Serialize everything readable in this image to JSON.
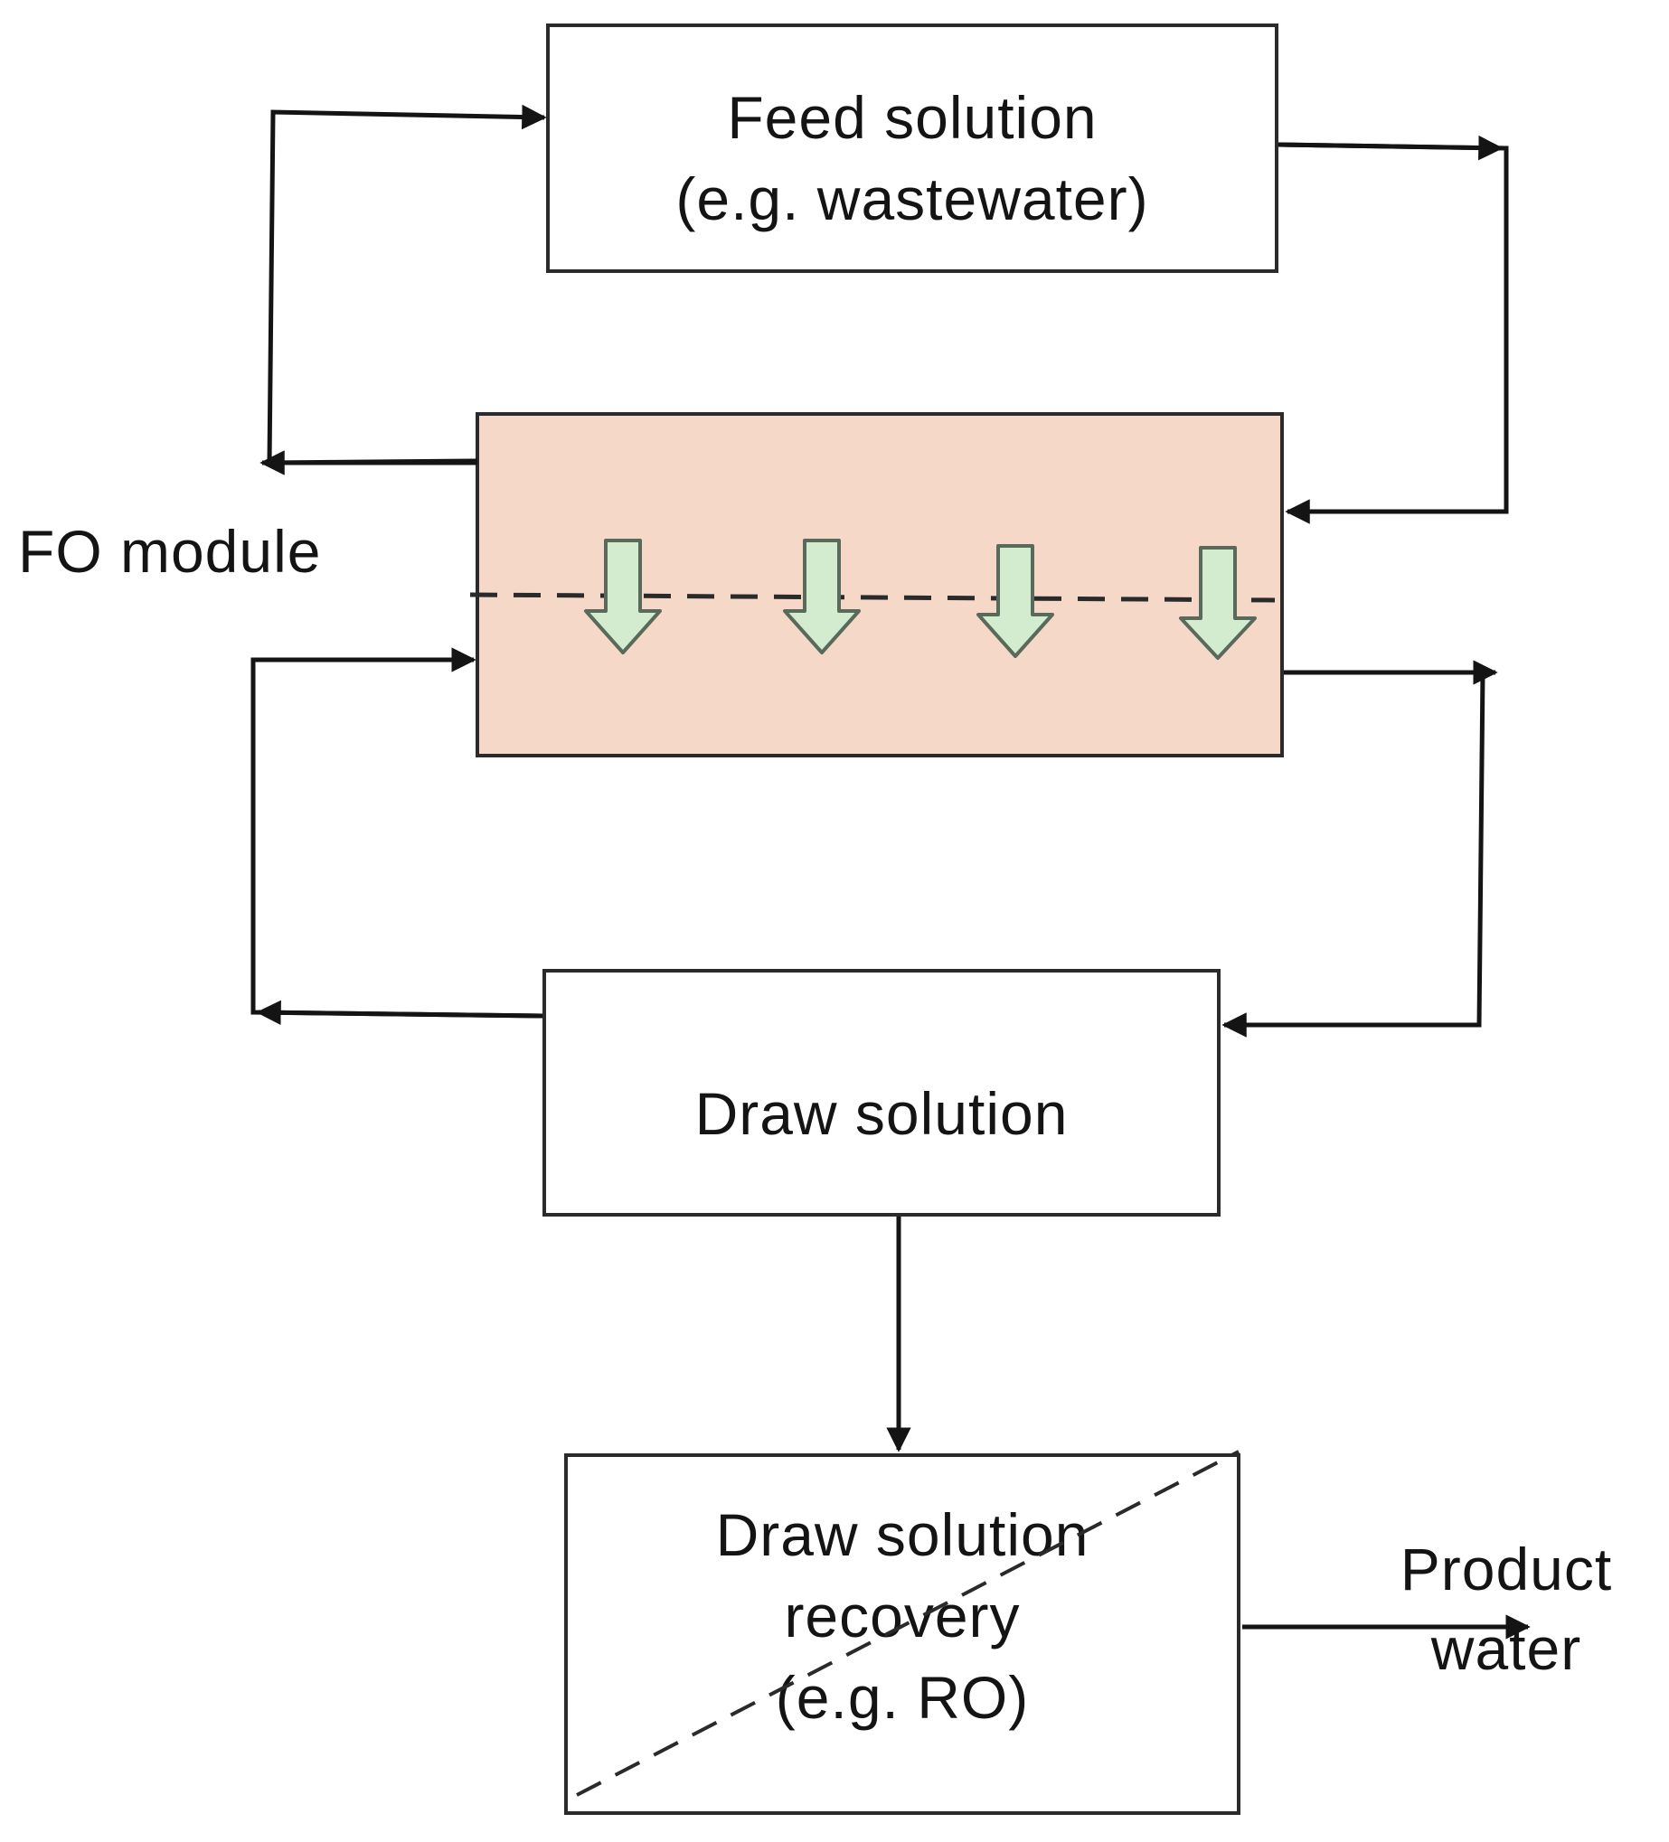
{
  "colors": {
    "line": "#141414",
    "module_fill": "#f6d8c9",
    "flux_arrow_fill": "#d3ecd0",
    "flux_arrow_stroke": "#5a6a5a",
    "box_border": "#2b2b2b"
  },
  "feed_box": {
    "line1": "Feed solution",
    "line2": "(e.g. wastewater)"
  },
  "fo_module": {
    "label": "FO module",
    "flux_arrow_count": 4,
    "membrane_style": "dashed"
  },
  "draw_box": {
    "label": "Draw solution"
  },
  "recovery_box": {
    "line1": "Draw solution",
    "line2": "recovery",
    "line3": "(e.g. RO)"
  },
  "product": {
    "line1": "Product",
    "line2": "water"
  },
  "connectors": [
    {
      "from": "fo_module",
      "to": "feed_box",
      "side": "left"
    },
    {
      "from": "feed_box",
      "to": "fo_module",
      "side": "right"
    },
    {
      "from": "draw_box",
      "to": "fo_module",
      "side": "left"
    },
    {
      "from": "fo_module",
      "to": "draw_box",
      "side": "right"
    },
    {
      "from": "draw_box",
      "to": "recovery_box",
      "side": "bottom"
    },
    {
      "from": "recovery_box",
      "to": "product",
      "side": "right"
    }
  ]
}
